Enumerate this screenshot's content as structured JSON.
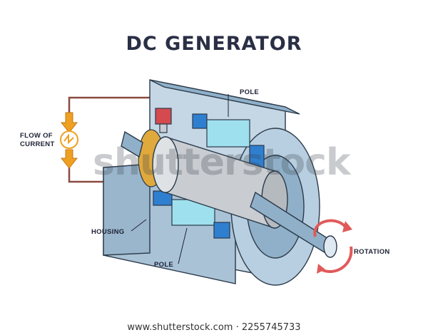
{
  "title": "DC GENERATOR",
  "labels": {
    "flow_of_current": "FLOW OF CURRENT",
    "pole_top": "POLE",
    "housing": "HOUSING",
    "pole_bottom": "POLE",
    "rotation": "ROTATION"
  },
  "watermark": "shutterstock",
  "footer": "www.shutterstock.com · 2255745733",
  "colors": {
    "housing": "#a7c1d6",
    "housing_dark": "#7f9bb4",
    "rotor": "#c9cdd2",
    "commutator": "#e0a93c",
    "brush": "#d44a4f",
    "pole_blue": "#2f7fd0",
    "pole_light": "#9fe0ee",
    "arrow": "#f0a020",
    "rotation_arrow": "#e05a5a",
    "wire": "#8a4a40"
  }
}
